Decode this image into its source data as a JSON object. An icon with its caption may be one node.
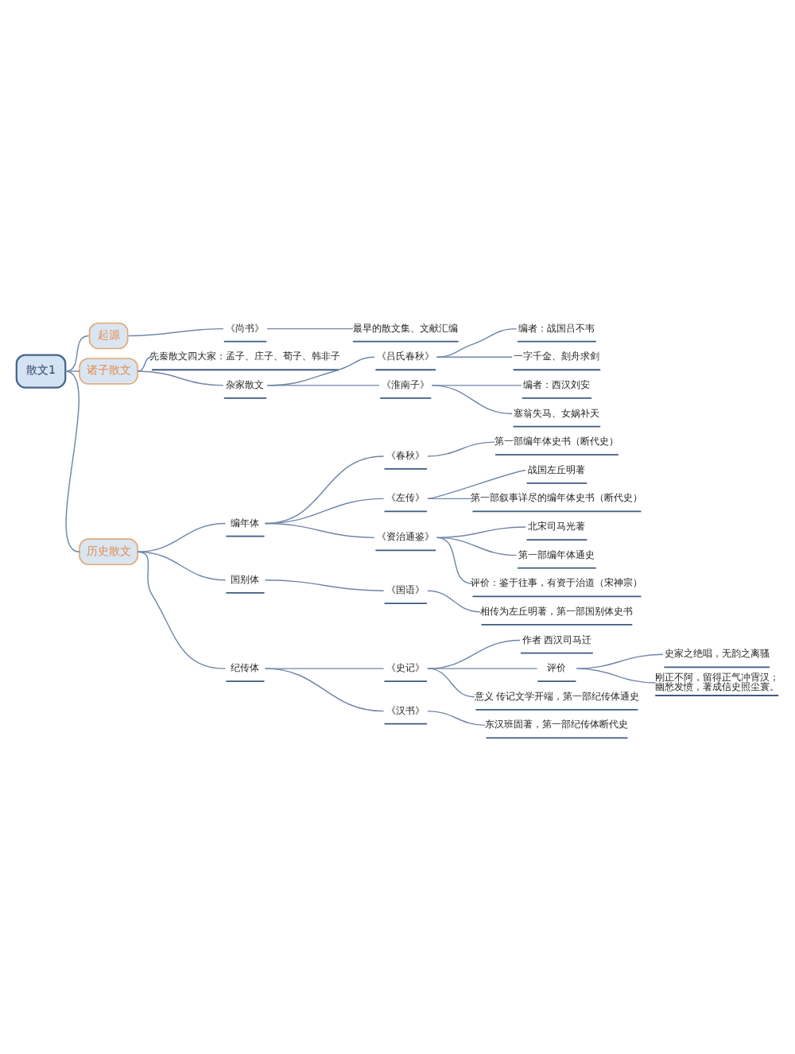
{
  "diagram": {
    "nodes": [
      {
        "text": [
          "散文1"
        ]
      },
      {
        "text": [
          "起源"
        ]
      },
      {
        "text": [
          "《尚书》"
        ]
      },
      {
        "text": [
          "最早的散文集、文献汇编"
        ]
      },
      {
        "text": [
          "诸子散文"
        ]
      },
      {
        "text": [
          "先秦散文四大家：孟子、庄子、荀子、韩非子"
        ]
      },
      {
        "text": [
          "杂家散文"
        ]
      },
      {
        "text": [
          "《吕氏春秋》"
        ]
      },
      {
        "text": [
          "编者：战国吕不韦"
        ]
      },
      {
        "text": [
          "一字千金、刻舟求剑"
        ]
      },
      {
        "text": [
          "《淮南子》"
        ]
      },
      {
        "text": [
          "编者：西汉刘安"
        ]
      },
      {
        "text": [
          "塞翁失马、女娲补天"
        ]
      },
      {
        "text": [
          "历史散文"
        ]
      },
      {
        "text": [
          "编年体"
        ]
      },
      {
        "text": [
          "《春秋》"
        ]
      },
      {
        "text": [
          "第一部编年体史书（断代史）"
        ]
      },
      {
        "text": [
          "《左传》"
        ]
      },
      {
        "text": [
          "战国左丘明著"
        ]
      },
      {
        "text": [
          "第一部叙事详尽的编年体史书（断代史）"
        ]
      },
      {
        "text": [
          "《资治通鉴》"
        ]
      },
      {
        "text": [
          "北宋司马光著"
        ]
      },
      {
        "text": [
          "第一部编年体通史"
        ]
      },
      {
        "text": [
          "评价：鉴于往事，有资于治道（宋神宗）"
        ]
      },
      {
        "text": [
          "国别体"
        ]
      },
      {
        "text": [
          "《国语》"
        ]
      },
      {
        "text": [
          "相传为左丘明著，第一部国别体史书"
        ]
      },
      {
        "text": [
          "纪传体"
        ]
      },
      {
        "text": [
          "《史记》"
        ]
      },
      {
        "text": [
          "作者 西汉司马迁"
        ]
      },
      {
        "text": [
          "评价"
        ]
      },
      {
        "text": [
          "史家之绝唱，无韵之离骚"
        ]
      },
      {
        "text": [
          "刚正不阿，留得正气冲霄汉；幽愁发愤，著成信史照尘寰。"
        ]
      },
      {
        "text": [
          "意义 传记文学开端，第一部纪传体通史"
        ]
      },
      {
        "text": [
          "《汉书》"
        ]
      },
      {
        "text": [
          "东汉班固著，第一部纪传体断代史"
        ]
      }
    ],
    "edges": [
      {
        "from": 0,
        "to": 1,
        "arrow": "none"
      },
      {
        "from": 1,
        "to": 2,
        "arrow": "none"
      },
      {
        "from": 2,
        "to": 3,
        "arrow": "none"
      },
      {
        "from": 0,
        "to": 4,
        "arrow": "none"
      },
      {
        "from": 4,
        "to": 5,
        "arrow": "none"
      },
      {
        "from": 4,
        "to": 6,
        "arrow": "none"
      },
      {
        "from": 6,
        "to": 7,
        "arrow": "none"
      },
      {
        "from": 7,
        "to": 8,
        "arrow": "none"
      },
      {
        "from": 7,
        "to": 9,
        "arrow": "none"
      },
      {
        "from": 6,
        "to": 10,
        "arrow": "none"
      },
      {
        "from": 10,
        "to": 11,
        "arrow": "none"
      },
      {
        "from": 10,
        "to": 12,
        "arrow": "none"
      },
      {
        "from": 0,
        "to": 13,
        "arrow": "none"
      },
      {
        "from": 13,
        "to": 14,
        "arrow": "none"
      },
      {
        "from": 14,
        "to": 15,
        "arrow": "none"
      },
      {
        "from": 15,
        "to": 16,
        "arrow": "none"
      },
      {
        "from": 14,
        "to": 17,
        "arrow": "none"
      },
      {
        "from": 17,
        "to": 18,
        "arrow": "none"
      },
      {
        "from": 17,
        "to": 19,
        "arrow": "none"
      },
      {
        "from": 14,
        "to": 20,
        "arrow": "none"
      },
      {
        "from": 20,
        "to": 21,
        "arrow": "none"
      },
      {
        "from": 20,
        "to": 22,
        "arrow": "none"
      },
      {
        "from": 20,
        "to": 23,
        "arrow": "none"
      },
      {
        "from": 13,
        "to": 24,
        "arrow": "none"
      },
      {
        "from": 24,
        "to": 25,
        "arrow": "none"
      },
      {
        "from": 25,
        "to": 26,
        "arrow": "none"
      },
      {
        "from": 13,
        "to": 27,
        "arrow": "none"
      },
      {
        "from": 27,
        "to": 28,
        "arrow": "none"
      },
      {
        "from": 28,
        "to": 29,
        "arrow": "none"
      },
      {
        "from": 28,
        "to": 30,
        "arrow": "none"
      },
      {
        "from": 30,
        "to": 31,
        "arrow": "none"
      },
      {
        "from": 30,
        "to": 32,
        "arrow": "none"
      },
      {
        "from": 28,
        "to": 33,
        "arrow": "none"
      },
      {
        "from": 27,
        "to": 34,
        "arrow": "none"
      },
      {
        "from": 34,
        "to": 35,
        "arrow": "none"
      }
    ]
  }
}
